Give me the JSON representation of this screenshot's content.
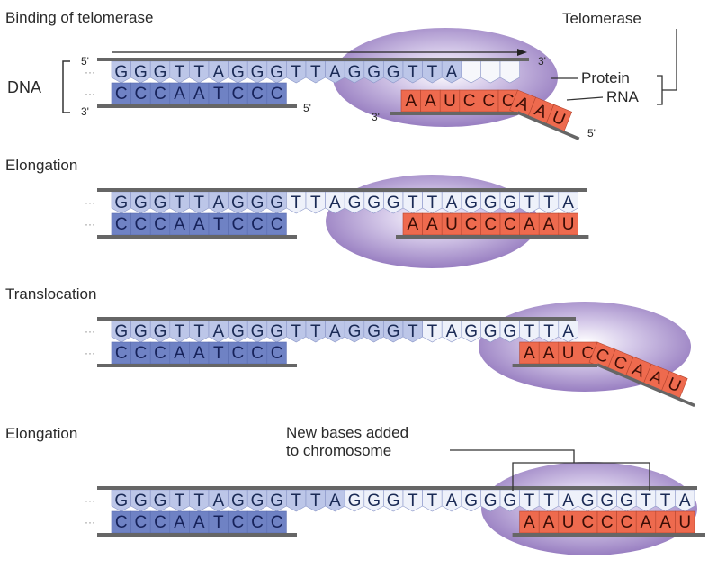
{
  "panels": [
    {
      "title": "Binding of telomerase",
      "top_strand": [
        "G",
        "G",
        "G",
        "T",
        "T",
        "A",
        "G",
        "G",
        "G",
        "T",
        "T",
        "A",
        "G",
        "G",
        "G",
        "T",
        "T",
        "A",
        "",
        "",
        ""
      ],
      "bottom_strand": [
        "C",
        "C",
        "C",
        "A",
        "A",
        "T",
        "C",
        "C",
        "C"
      ],
      "rna_flat": [
        "A",
        "A",
        "U",
        "C",
        "C",
        "C"
      ],
      "rna_tail": [
        "A",
        "A",
        "U"
      ],
      "labels": {
        "dna": "DNA",
        "top5": "5'",
        "top3": "3'",
        "bot3": "3'",
        "bot5": "5'",
        "rna3": "3'",
        "rna5": "5'",
        "telomerase": "Telomerase",
        "protein": "Protein",
        "rna": "RNA"
      }
    },
    {
      "title": "Elongation",
      "top_strand": [
        "G",
        "G",
        "G",
        "T",
        "T",
        "A",
        "G",
        "G",
        "G",
        "T",
        "T",
        "A",
        "G",
        "G",
        "G",
        "T",
        "T",
        "A",
        "G",
        "G",
        "G",
        "T",
        "T",
        "A"
      ],
      "bottom_strand": [
        "C",
        "C",
        "C",
        "A",
        "A",
        "T",
        "C",
        "C",
        "C"
      ],
      "rna_flat": [
        "A",
        "A",
        "U",
        "C",
        "C",
        "C",
        "A",
        "A",
        "U"
      ]
    },
    {
      "title": "Translocation",
      "top_strand": [
        "G",
        "G",
        "G",
        "T",
        "T",
        "A",
        "G",
        "G",
        "G",
        "T",
        "T",
        "A",
        "G",
        "G",
        "G",
        "T",
        "T",
        "A",
        "G",
        "G",
        "G",
        "T",
        "T",
        "A"
      ],
      "bottom_strand": [
        "C",
        "C",
        "C",
        "A",
        "A",
        "T",
        "C",
        "C",
        "C"
      ],
      "rna_flat": [
        "A",
        "A",
        "U",
        "C"
      ],
      "rna_tail": [
        "C",
        "C",
        "A",
        "A",
        "U"
      ]
    },
    {
      "title": "Elongation",
      "top_strand": [
        "G",
        "G",
        "G",
        "T",
        "T",
        "A",
        "G",
        "G",
        "G",
        "T",
        "T",
        "A",
        "G",
        "G",
        "G",
        "T",
        "T",
        "A",
        "G",
        "G",
        "G",
        "T",
        "T",
        "A",
        "G",
        "G",
        "G",
        "T",
        "T",
        "A"
      ],
      "bottom_strand": [
        "C",
        "C",
        "C",
        "A",
        "A",
        "T",
        "C",
        "C",
        "C"
      ],
      "rna_flat": [
        "A",
        "A",
        "U",
        "C",
        "C",
        "C",
        "A",
        "A",
        "U"
      ],
      "annotation": [
        "New bases added",
        "to chromosome"
      ]
    }
  ],
  "colors": {
    "dark_blue": "#6f82c4",
    "light_blue": "#bcc6e8",
    "pale": "#eef1fa",
    "rna_red": "#ee6a4e",
    "strand": "#666666",
    "protein": "#a48dc9"
  }
}
